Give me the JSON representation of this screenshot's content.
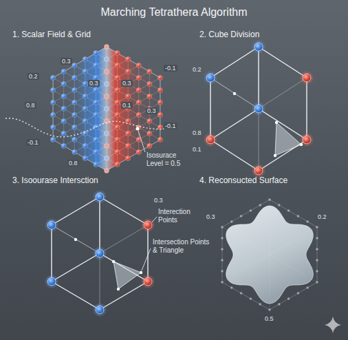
{
  "diagram": {
    "title": "Marching Tetrathera Algorithm",
    "labels": [
      "1. Scalar Field & Grid",
      "0.2",
      "0.3",
      "0.3",
      "0.3",
      "-0.1",
      "0.8",
      "0.1",
      "-0.1",
      "0.3",
      "0.8",
      "-0.1",
      "Isosurace Level = 0.5",
      "2. Cube Division",
      "0.2",
      "0.8",
      "0.1",
      "3. Isoourase Intersction",
      "0.3",
      "Interection Points",
      "Intersection Points & Triangle",
      "4. Reconsucted Surface",
      "0.3",
      "0.2",
      "0.5"
    ]
  }
}
